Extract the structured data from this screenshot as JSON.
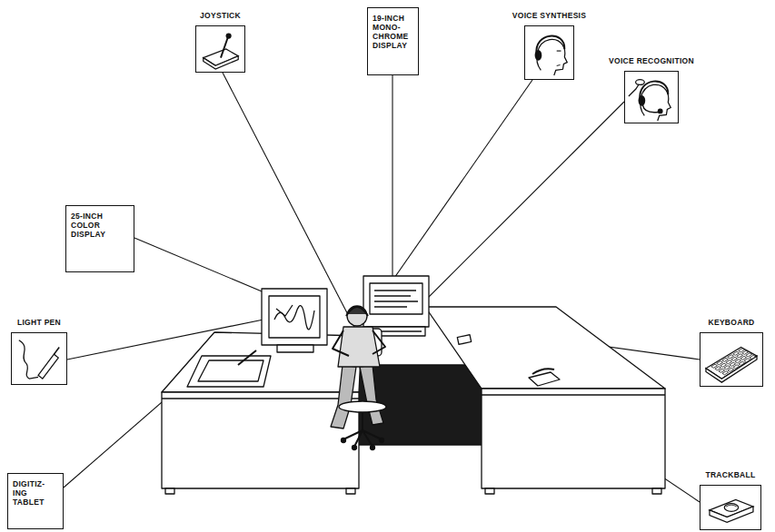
{
  "diagram": {
    "nodes": [
      {
        "text": [
          "JOYSTICK"
        ]
      },
      {
        "text": [
          "19-INCH MONO- CHROME DISPLAY"
        ]
      },
      {
        "text": [
          "VOICE SYNTHESIS"
        ]
      },
      {
        "text": [
          "VOICE RECOGNITION"
        ]
      },
      {
        "text": [
          "25-INCH COLOR DISPLAY"
        ]
      },
      {
        "text": [
          "LIGHT PEN"
        ]
      },
      {
        "text": [
          "KEYBOARD"
        ]
      },
      {
        "text": [
          "DIGITIZ- ING TABLET"
        ]
      },
      {
        "text": [
          "TRACKBALL"
        ]
      }
    ]
  }
}
